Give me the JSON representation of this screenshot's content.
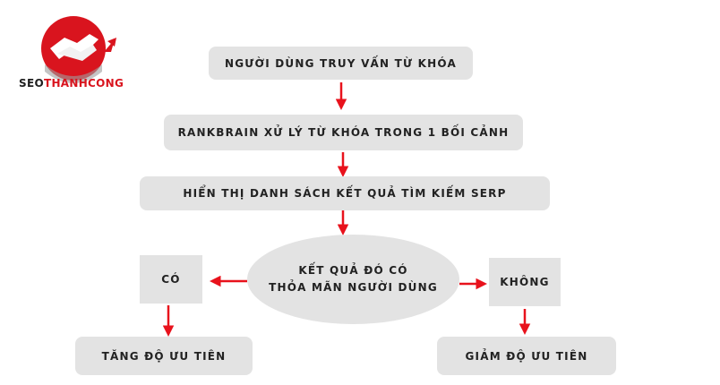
{
  "brand": {
    "seo": "SEO",
    "thanhcong": "THANHCONG"
  },
  "nodes": {
    "query": "NGƯỜI DÙNG TRUY VẤN TỪ KHÓA",
    "rankbrain": "RANKBRAIN XỬ LÝ TỪ KHÓA TRONG 1 BỐI CẢNH",
    "serp": "HIỂN THỊ DANH SÁCH KẾT QUẢ TÌM KIẾM SERP",
    "decision_line1": "KẾT QUẢ ĐÓ CÓ",
    "decision_line2": "THỎA MÃN NGƯỜI DÙNG",
    "yes": "CÓ",
    "no": "KHÔNG",
    "increase": "TĂNG ĐỘ ƯU TIÊN",
    "decrease": "GIẢM ĐỘ ƯU TIÊN"
  },
  "colors": {
    "box": "#e3e3e3",
    "arrow": "#e8121c",
    "brand_red": "#d9141e",
    "brand_dark": "#1f1f1f"
  }
}
